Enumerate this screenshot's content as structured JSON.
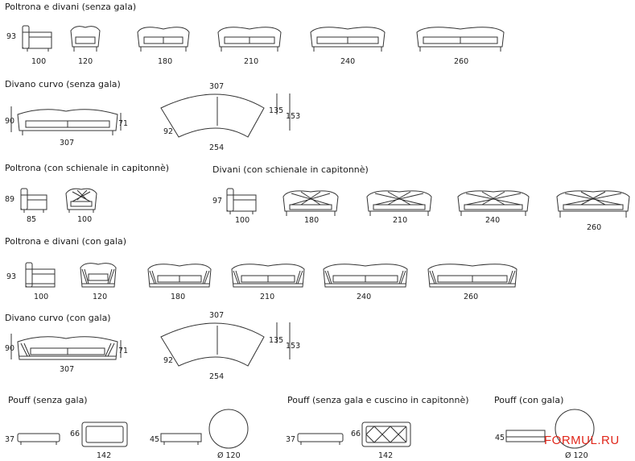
{
  "sections": {
    "s1": {
      "title": "Poltrona e divani (senza gala)",
      "height": "93",
      "widths": [
        "100",
        "120",
        "180",
        "210",
        "240",
        "260"
      ]
    },
    "s2": {
      "title": "Divano curvo (senza gala)",
      "h1": "90",
      "h2": "71",
      "w1": "307",
      "top": "307",
      "d1": "135",
      "d2": "153",
      "depth": "92",
      "bottom": "254"
    },
    "s3": {
      "title": "Poltrona (con schienale in capitonnè)",
      "height": "89",
      "widths": [
        "85",
        "100"
      ]
    },
    "s4": {
      "title": "Divani (con schienale in capitonnè)",
      "height": "97",
      "widths": [
        "100",
        "180",
        "210",
        "240",
        "260"
      ]
    },
    "s5": {
      "title": "Poltrona e divani (con gala)",
      "height": "93",
      "widths": [
        "100",
        "120",
        "180",
        "210",
        "240",
        "260"
      ]
    },
    "s6": {
      "title": "Divano curvo (con gala)",
      "h1": "90",
      "h2": "71",
      "w1": "307",
      "top": "307",
      "d1": "135",
      "d2": "153",
      "depth": "92",
      "bottom": "254"
    },
    "s7": {
      "title": "Pouff (senza gala)",
      "h_side": "37",
      "h_top": "66",
      "w": "142",
      "h3": "45",
      "round": "Ø 120"
    },
    "s8": {
      "title": "Pouff (senza gala e cuscino in capitonnè)",
      "h_side": "37",
      "h_top": "66",
      "w": "142"
    },
    "s9": {
      "title": "Pouff (con gala)",
      "h_side": "45",
      "round": "Ø 120"
    }
  },
  "watermark": "FORMUL.RU"
}
